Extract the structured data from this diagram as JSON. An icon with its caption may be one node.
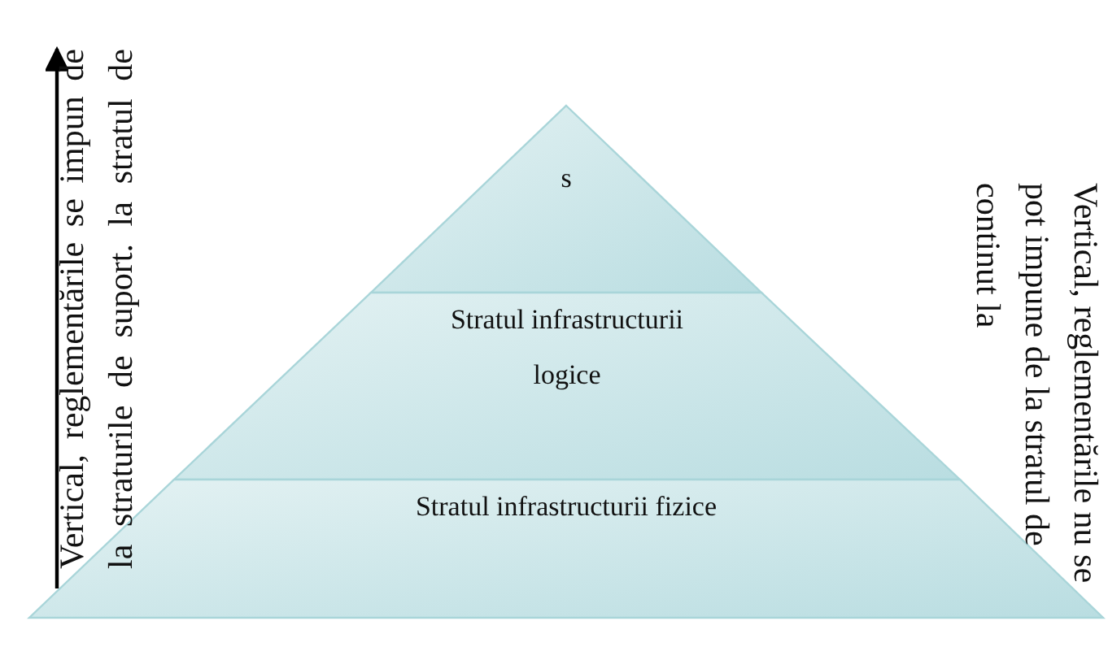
{
  "diagram": {
    "nodes": [
      {
        "text": [
          "s"
        ]
      },
      {
        "text": [
          "Stratul infrastructurii logice"
        ]
      },
      {
        "text": [
          "Stratul infrastructurii fizice"
        ]
      }
    ],
    "labels": [
      "Vertical, reglementările se impun de la straturile de suport. la stratul de",
      "Vertical, reglementările nu se pot impune de la stratul de continut la"
    ]
  }
}
